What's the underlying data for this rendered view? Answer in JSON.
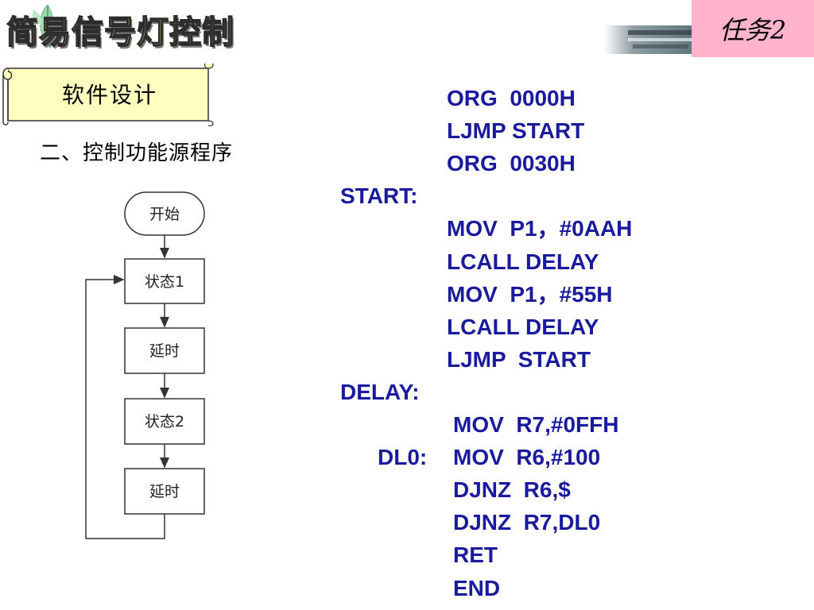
{
  "header": {
    "title": "简易信号灯控制",
    "task_badge": "任务2"
  },
  "banner": {
    "label": "软件设计"
  },
  "section": {
    "heading": "二、控制功能源程序"
  },
  "flowchart": {
    "nodes": [
      {
        "id": "start",
        "shape": "terminal",
        "label": "开始"
      },
      {
        "id": "state1",
        "shape": "process",
        "label": "状态1"
      },
      {
        "id": "delay1",
        "shape": "process",
        "label": "延时"
      },
      {
        "id": "state2",
        "shape": "process",
        "label": "状态2"
      },
      {
        "id": "delay2",
        "shape": "process",
        "label": "延时"
      }
    ],
    "loop": {
      "from": "delay2",
      "to": "state1"
    }
  },
  "code": [
    {
      "label": "",
      "instr": "ORG  0000H"
    },
    {
      "label": "",
      "instr": "LJMP START"
    },
    {
      "label": "",
      "instr": "ORG  0030H"
    },
    {
      "label": "START:",
      "instr": ""
    },
    {
      "label": "",
      "instr": "MOV  P1，#0AAH"
    },
    {
      "label": "",
      "instr": "LCALL DELAY"
    },
    {
      "label": "",
      "instr": "MOV  P1，#55H"
    },
    {
      "label": "",
      "instr": "LCALL DELAY"
    },
    {
      "label": "",
      "instr": "LJMP  START"
    },
    {
      "label": "DELAY:",
      "instr": ""
    },
    {
      "label": "",
      "instr": "MOV  R7,#0FFH"
    },
    {
      "label": "DL0:",
      "instr": "MOV  R6,#100"
    },
    {
      "label": "",
      "instr": "DJNZ  R6,$"
    },
    {
      "label": "",
      "instr": "DJNZ  R7,DL0"
    },
    {
      "label": "",
      "instr": "RET"
    },
    {
      "label": "",
      "instr": "END"
    }
  ],
  "colors": {
    "code_text": "#1a1a9e",
    "title_fill": "#ffe36b",
    "badge_bg": "#ffb3cc",
    "banner_fill": "#ffffc0"
  }
}
